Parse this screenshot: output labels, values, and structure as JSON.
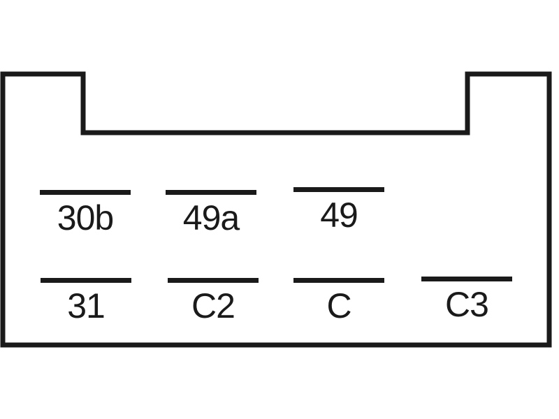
{
  "connector": {
    "outline_color": "#1a1a1a",
    "pins": {
      "p30b": {
        "label": "30b"
      },
      "p49a": {
        "label": "49a"
      },
      "p49": {
        "label": "49"
      },
      "p31": {
        "label": "31"
      },
      "pC2": {
        "label": "C2"
      },
      "pC": {
        "label": "C"
      },
      "pC3": {
        "label": "C3"
      }
    }
  }
}
